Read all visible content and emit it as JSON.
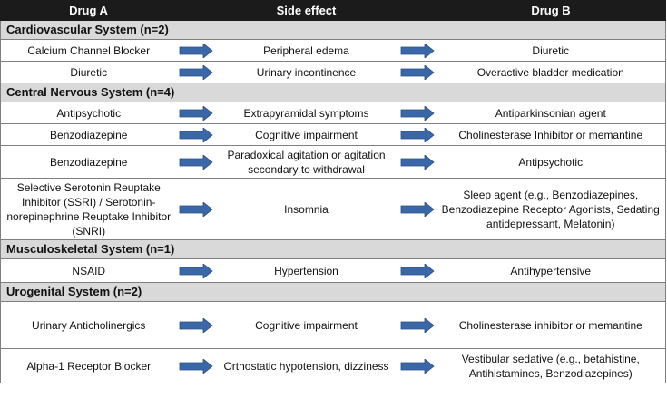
{
  "colors": {
    "header_bg": "#1b1b1b",
    "section_bg": "#d9d9d9",
    "arrow": "#3a67a8"
  },
  "header": {
    "drug_a": "Drug A",
    "side_effect": "Side effect",
    "drug_b": "Drug B"
  },
  "sections": [
    {
      "title": "Cardiovascular System (n=2)",
      "rows": [
        {
          "drug_a": "Calcium Channel Blocker",
          "side_effect": "Peripheral edema",
          "drug_b": "Diuretic"
        },
        {
          "drug_a": "Diuretic",
          "side_effect": "Urinary incontinence",
          "drug_b": "Overactive bladder medication"
        }
      ]
    },
    {
      "title": "Central Nervous System (n=4)",
      "rows": [
        {
          "drug_a": "Antipsychotic",
          "side_effect": "Extrapyramidal symptoms",
          "drug_b": "Antiparkinsonian agent"
        },
        {
          "drug_a": "Benzodiazepine",
          "side_effect": "Cognitive impairment",
          "drug_b": "Cholinesterase Inhibitor or memantine"
        },
        {
          "drug_a": "Benzodiazepine",
          "side_effect": "Paradoxical agitation or agitation secondary to withdrawal",
          "drug_b": "Antipsychotic"
        },
        {
          "drug_a": "Selective Serotonin Reuptake Inhibitor (SSRI) / Serotonin-norepinephrine Reuptake Inhibitor (SNRI)",
          "side_effect": "Insomnia",
          "drug_b": "Sleep agent (e.g., Benzodiazepines, Benzodiazepine Receptor Agonists, Sedating antidepressant, Melatonin)"
        }
      ]
    },
    {
      "title": "Musculoskeletal System (n=1)",
      "rows": [
        {
          "drug_a": "NSAID",
          "side_effect": "Hypertension",
          "drug_b": "Antihypertensive"
        }
      ]
    },
    {
      "title": "Urogenital System (n=2)",
      "rows": [
        {
          "drug_a": "Urinary Anticholinergics",
          "side_effect": "Cognitive impairment",
          "drug_b": "Cholinesterase inhibitor or memantine"
        },
        {
          "drug_a": "Alpha-1 Receptor Blocker",
          "side_effect": "Orthostatic hypotension, dizziness",
          "drug_b": "Vestibular sedative (e.g., betahistine, Antihistamines, Benzodiazepines)"
        }
      ]
    }
  ]
}
